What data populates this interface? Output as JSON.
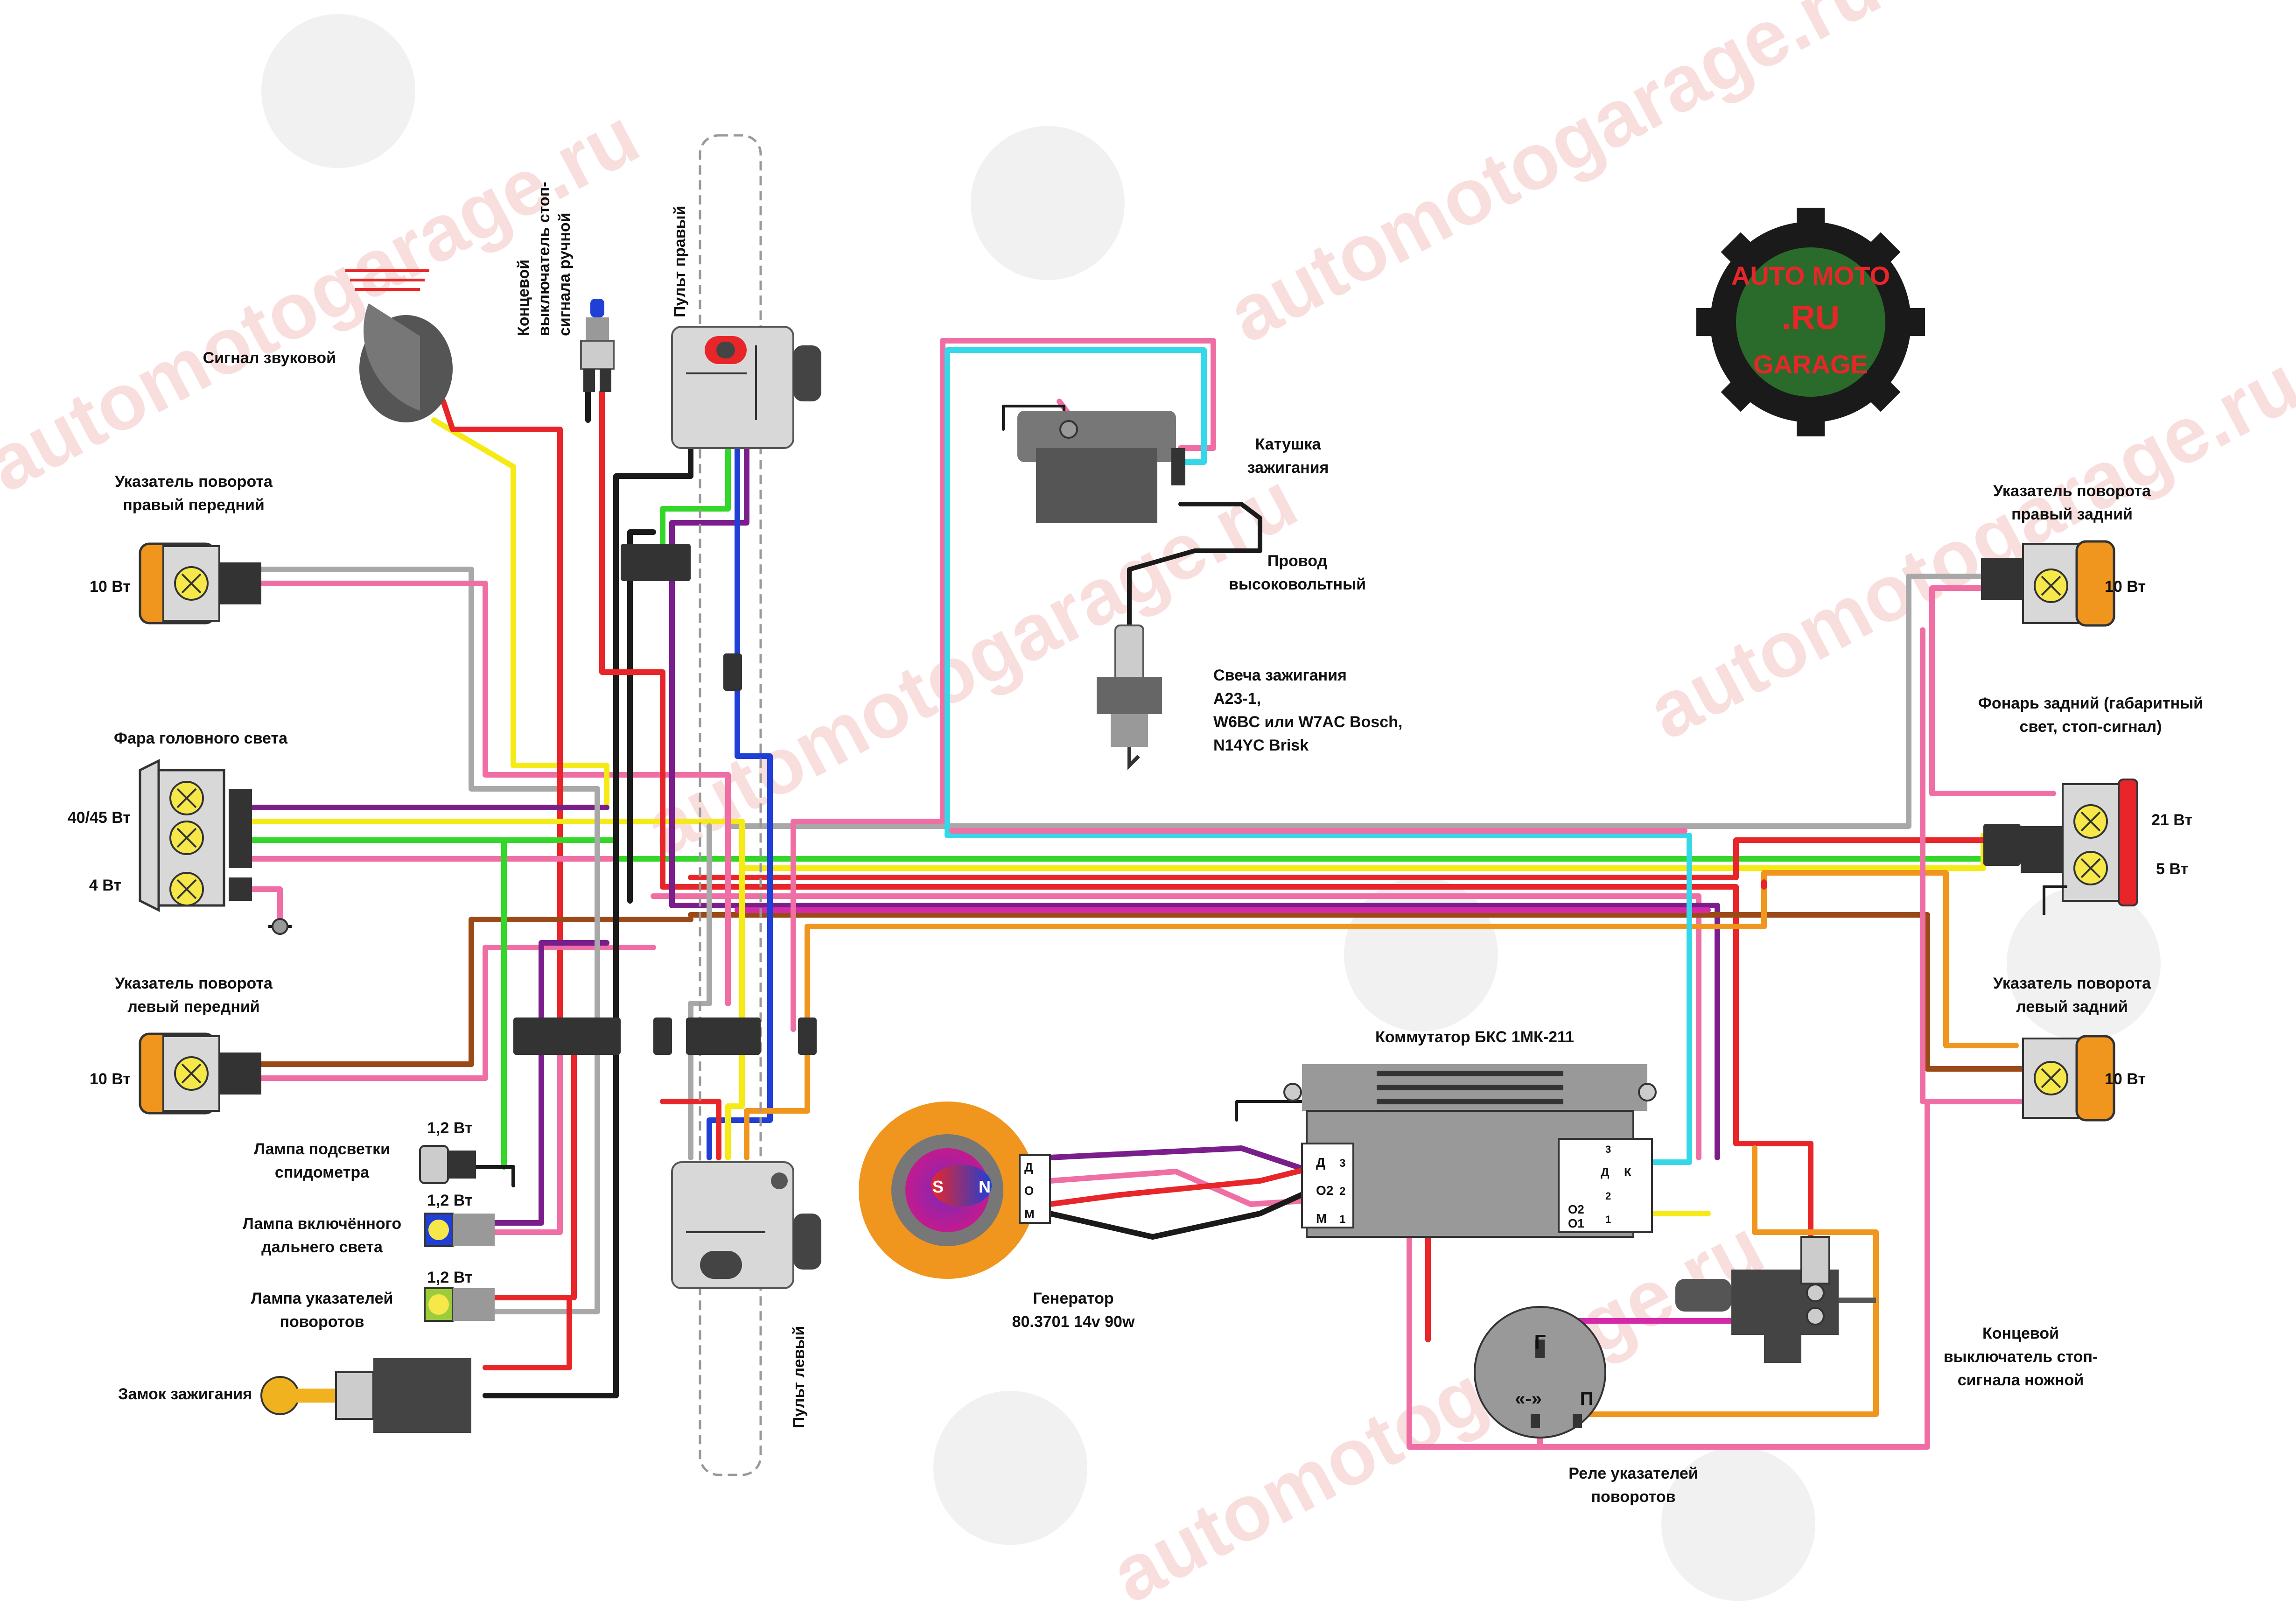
{
  "watermark": {
    "text": "automotogarage.ru",
    "logo": {
      "top": "AUTO MOTO",
      "mid": ".RU",
      "bottom": "GARAGE"
    }
  },
  "colors": {
    "black": "#1a1a1a",
    "red": "#e8262a",
    "yellow": "#f5ea14",
    "green": "#35d62a",
    "blue": "#1f3fd6",
    "cyan": "#35d8e8",
    "pink": "#ef6fa5",
    "purple": "#7a1e8c",
    "gray": "#a8a8a8",
    "brown": "#9b4a17",
    "orange": "#f0961e",
    "magenta": "#d42aa8",
    "lamp": "#f7e84a",
    "body": "#d8d8d8",
    "dark": "#555555"
  },
  "labels": {
    "horn": "Сигнал звуковой",
    "hand_brake_switch": [
      "Концевой",
      "выключатель стоп-",
      "сигнала ручной"
    ],
    "right_panel": "Пульт правый",
    "left_panel": "Пульт левый",
    "coil": [
      "Катушка",
      "зажигания"
    ],
    "hv_wire": [
      "Провод",
      "высоковольтный"
    ],
    "spark_plug": [
      "Свеча зажигания",
      "А23-1,",
      "W6BC или W7AC Bosch,",
      "N14YC Brisk"
    ],
    "turn_front_right": [
      "Указатель поворота",
      "правый передний"
    ],
    "turn_front_right_power": "10 Вт",
    "headlight": "Фара головного света",
    "headlight_power_main": "40/45 Вт",
    "headlight_power_small": "4 Вт",
    "turn_front_left": [
      "Указатель поворота",
      "левый передний"
    ],
    "turn_front_left_power": "10 Вт",
    "speedo_lamp": [
      "Лампа подсветки",
      "спидометра"
    ],
    "speedo_lamp_power": "1,2 Вт",
    "high_beam_lamp": [
      "Лампа включённого",
      "дальнего света"
    ],
    "high_beam_lamp_power": "1,2 Вт",
    "turn_lamp": [
      "Лампа указателей",
      "поворотов"
    ],
    "turn_lamp_power": "1,2 Вт",
    "ignition_lock": "Замок зажигания",
    "generator": [
      "Генератор",
      "80.3701 14v 90w"
    ],
    "commutator": "Коммутатор БКС 1МК-211",
    "turn_relay": [
      "Реле указателей",
      "поворотов"
    ],
    "foot_brake_switch": [
      "Концевой",
      "выключатель стоп-",
      "сигнала ножной"
    ],
    "turn_rear_right": [
      "Указатель поворота",
      "правый задний"
    ],
    "turn_rear_right_power": "10 Вт",
    "tail_light": [
      "Фонарь задний (габаритный",
      "свет, стоп-сигнал)"
    ],
    "tail_light_power_stop": "21 Вт",
    "tail_light_power_park": "5 Вт",
    "turn_rear_left": [
      "Указатель поворота",
      "левый задний"
    ],
    "turn_rear_left_power": "10 Вт",
    "generator_poles": {
      "s": "S",
      "n": "N"
    },
    "relay_terminals": {
      "g": "Г",
      "minus": "«-»",
      "p": "П"
    },
    "commutator_left_terminals": [
      "Д",
      "О2",
      "М"
    ],
    "commutator_left_pins": [
      "3",
      "2",
      "1"
    ],
    "commutator_right_terminals": [
      "О2",
      "О1",
      "Д",
      "К"
    ],
    "commutator_right_pins": [
      "3",
      "2",
      "1"
    ],
    "generator_block_terminals": [
      "Д",
      "О",
      "М"
    ]
  }
}
